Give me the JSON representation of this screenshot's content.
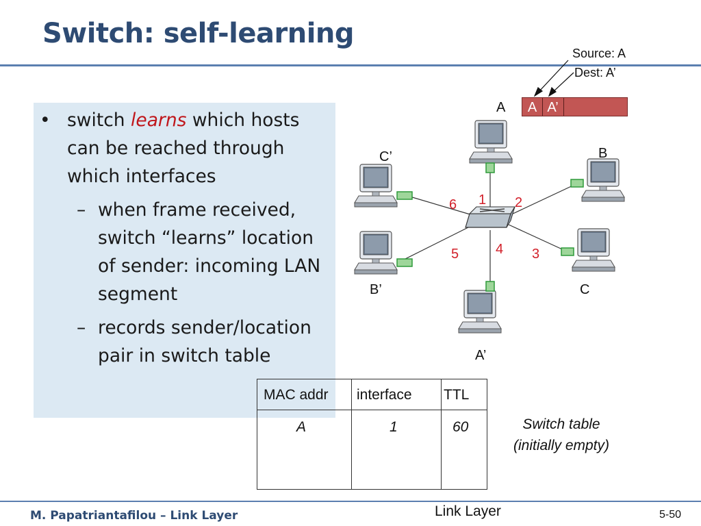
{
  "title": "Switch: self-learning",
  "bullets": {
    "b1_pre": "switch ",
    "b1_em": "learns",
    "b1_post": " which hosts can be reached through which interfaces",
    "b2": "when frame received, switch “learns” location of sender: incoming LAN segment",
    "b3": "records sender/location pair in switch table",
    "bullet_glyph": "•",
    "dash_glyph": "–"
  },
  "frame": {
    "source_label": "Source: A",
    "dest_label": "Dest: A’",
    "src_cell": "A",
    "dst_cell": "A’"
  },
  "hosts": {
    "A": "A",
    "B": "B",
    "C": "C",
    "A_prime": "A’",
    "B_prime": "B’",
    "C_prime": "C’"
  },
  "interfaces": [
    "1",
    "2",
    "3",
    "4",
    "5",
    "6"
  ],
  "table": {
    "headers": [
      "MAC addr",
      "interface",
      "TTL"
    ],
    "rows": [
      [
        "A",
        "1",
        "60"
      ]
    ],
    "caption_line1": "Switch table",
    "caption_line2": "(initially empty)"
  },
  "footer": {
    "author": "M. Papatriantafilou –  Link Layer",
    "center": "Link Layer",
    "page": "5-50"
  },
  "colors": {
    "title": "#2e4b73",
    "accent_red": "#d2202a",
    "frame_fill": "#c25654",
    "bullet_bg": "#dce9f3",
    "port_green": "#2e9a3a"
  }
}
